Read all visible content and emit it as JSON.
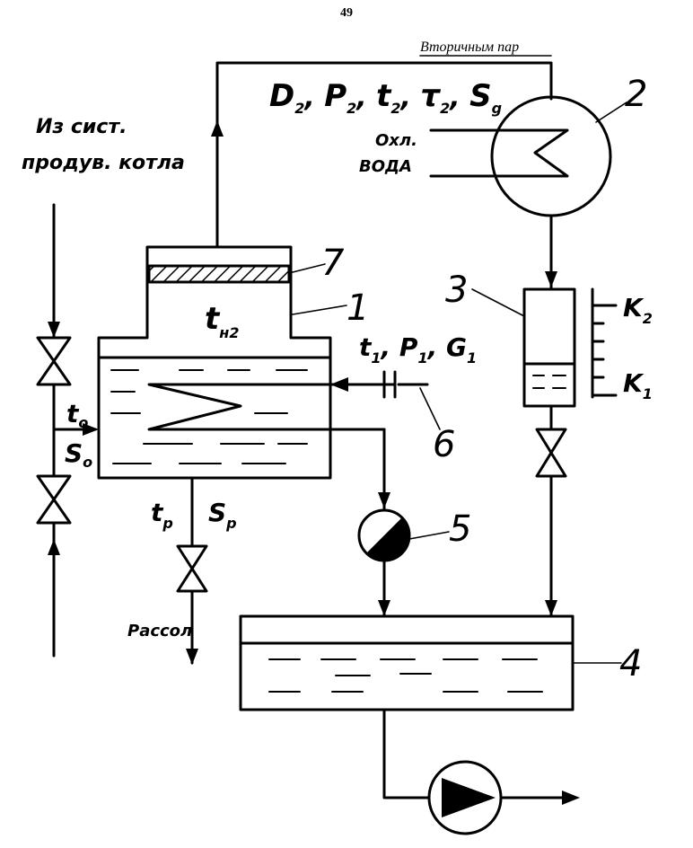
{
  "page_number": "49",
  "labels": {
    "secondary_steam": "Вторичным пар",
    "top_params": [
      "D",
      "2",
      "P",
      "2",
      "t",
      "2",
      "τ",
      "2",
      "S",
      "g"
    ],
    "from_system_line1": "Из сист.",
    "from_system_line2": "продув. котла",
    "cooling_line1": "Охл.",
    "cooling_line2": "ВОДА",
    "t_n2": [
      "t",
      "н2"
    ],
    "t1p1g1": [
      "t",
      "1",
      "P",
      "1",
      "G",
      "1"
    ],
    "t0": [
      "t",
      "o"
    ],
    "s0": [
      "S",
      "o"
    ],
    "tp": [
      "t",
      "p"
    ],
    "sp": [
      "S",
      "p"
    ],
    "rassol": "Рассол",
    "k2": [
      "K",
      "2"
    ],
    "k1": [
      "K",
      "1"
    ]
  },
  "callouts": [
    "1",
    "2",
    "3",
    "4",
    "5",
    "6",
    "7"
  ]
}
